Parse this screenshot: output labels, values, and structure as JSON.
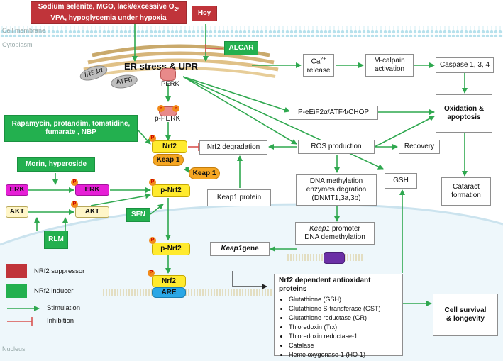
{
  "regions": {
    "cell_membrane": "Cell membrane",
    "cytoplasm": "Cytoplasm",
    "nucleus": "Nucleus"
  },
  "stressors": {
    "line1": "Sodium selenite, MGO, lack/excessive O",
    "line1_sub": "2",
    "line2": "VPA, hypoglycemia under hypoxia",
    "hcy": "Hcy",
    "alcar": "ALCAR"
  },
  "er": {
    "title": "ER stress  &  UPR",
    "ire1": "IRE1α",
    "atf6": "ATF6",
    "perk": "PERK",
    "p_perk": "p-PERK",
    "p_mark": "P"
  },
  "calcium": {
    "text": "Ca",
    "sup": "2+",
    "text2": "release"
  },
  "mcalpain": "M-calpain activation",
  "caspase": "Caspase 1, 3, 4",
  "oxidation": "Oxidation & apoptosis",
  "eif": "P-eEiF2α/ATF4/CHOP",
  "ros": "ROS production",
  "recovery": "Recovery",
  "gsh": "GSH",
  "cataract": "Cataract formation",
  "dnmt": "DNA methylation enzymes degration (DNMT1,3a,3b)",
  "keap1_promoter": {
    "italic": "Keap1",
    "rest1": " promoter",
    "line2": "DNA demethylation"
  },
  "keap1_gene": {
    "italic": "Keap1",
    "rest": " gene"
  },
  "keap1_protein": "Keap1  protein",
  "nrf2_degradation": "Nrf2 degradation",
  "inducers": {
    "rapamycin": "Rapamycin, protandim, tomatidine, fumarate , NBP",
    "morin": "Morin, hyperoside",
    "sfn": "SFN",
    "rlm": "RLM"
  },
  "nodes": {
    "nrf2_top": "Nrf2",
    "keap1_bound": "Keap 1",
    "keap1_free": "Keap 1",
    "p_nrf2_1": "p-Nrf2",
    "p_nrf2_2": "p-Nrf2",
    "nrf2_nuc": "Nrf2",
    "are": "ARE",
    "erk_left": "ERK",
    "erk_right": "ERK",
    "akt_left": "AKT",
    "akt_right": "AKT"
  },
  "antioxidants": {
    "title": "Nrf2 dependent antioxidant proteins",
    "items": [
      "Glutathione (GSH)",
      "Glutathione S-transferase (GST)",
      "Glutathione reductase (GR)",
      "Thioredoxin (Trx)",
      "Thioredoxin reductase-1",
      "Catalase",
      "Heme oxygenase-1 (HO-1)"
    ]
  },
  "survival": "Cell survival & longevity",
  "legend": {
    "suppressor": "NRf2 suppressor",
    "inducer": "NRf2 inducer",
    "stimulation": "Stimulation",
    "inhibition": "Inhibition"
  },
  "colors": {
    "suppressor": "#c0343a",
    "inducer": "#23b04f",
    "nrf2": "#ffea2e",
    "keap1": "#f5a623",
    "erk": "#e61fd6",
    "akt": "#fff6c8",
    "are": "#2aa7e6",
    "arrow": "#2fa84f",
    "inhibit": "#d9534f"
  }
}
